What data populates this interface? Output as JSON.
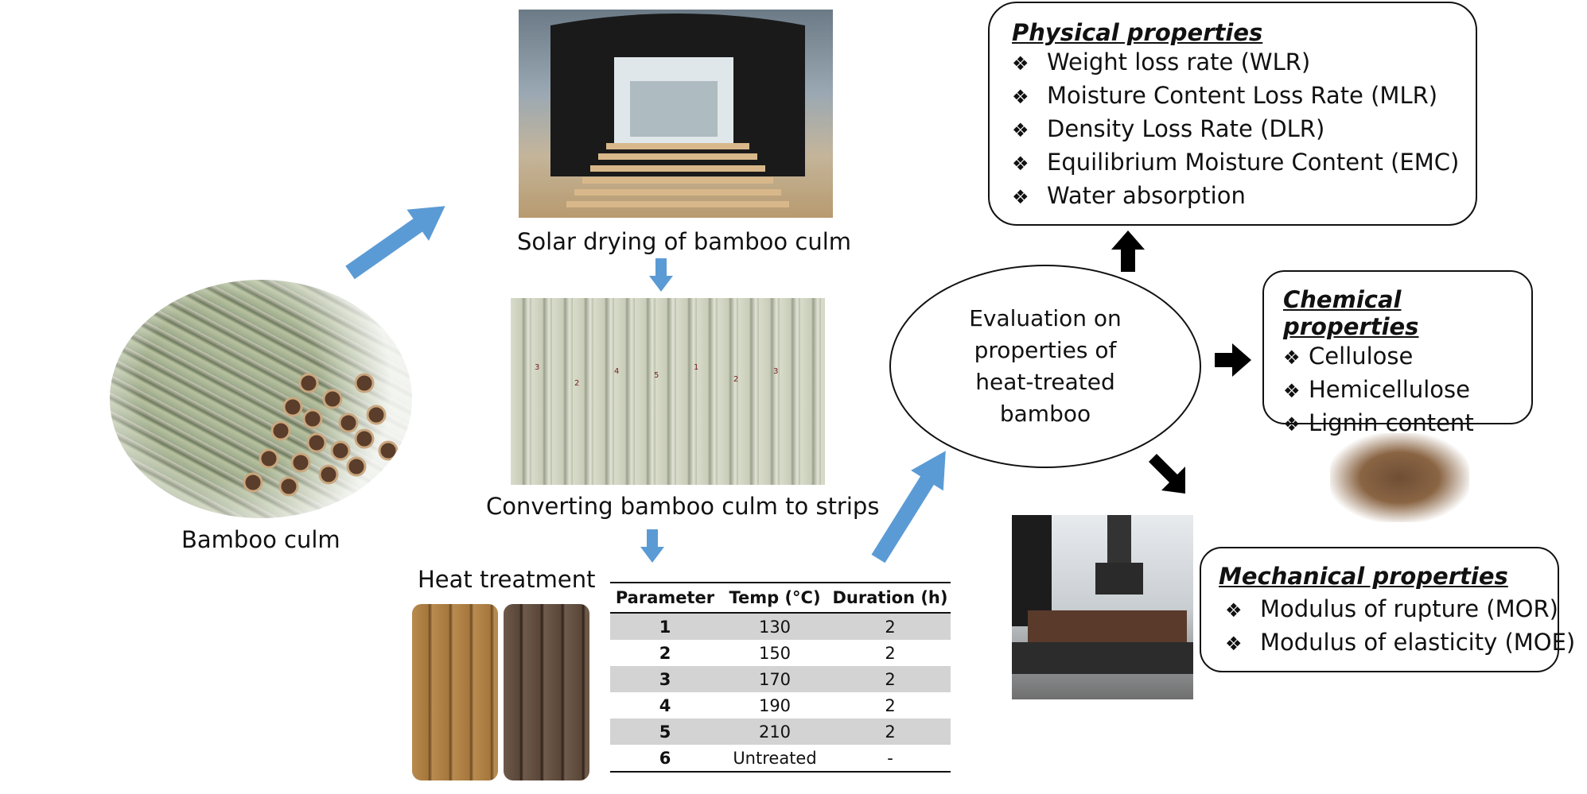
{
  "captions": {
    "bamboo_culm": "Bamboo culm",
    "solar_drying": "Solar drying of bamboo culm",
    "strips": "Converting bamboo culm to strips",
    "heat_treatment": "Heat treatment",
    "evaluation": [
      "Evaluation on",
      "properties of",
      "heat-treated",
      "bamboo"
    ]
  },
  "physical": {
    "title": "Physical properties",
    "items": [
      "Weight loss rate (WLR)",
      "Moisture Content Loss Rate (MLR)",
      "Density Loss Rate (DLR)",
      "Equilibrium Moisture Content (EMC)",
      "Water absorption"
    ]
  },
  "chemical": {
    "title": "Chemical properties",
    "items": [
      "Cellulose",
      "Hemicellulose",
      "Lignin content"
    ]
  },
  "mechanical": {
    "title": "Mechanical properties",
    "items": [
      "Modulus of rupture (MOR)",
      "Modulus of elasticity (MOE)"
    ]
  },
  "bullet_glyph": "❖",
  "table": {
    "headers": [
      "Parameter",
      "Temp (°C)",
      "Duration (h)"
    ],
    "rows": [
      [
        "1",
        "130",
        "2"
      ],
      [
        "2",
        "150",
        "2"
      ],
      [
        "3",
        "170",
        "2"
      ],
      [
        "4",
        "190",
        "2"
      ],
      [
        "5",
        "210",
        "2"
      ],
      [
        "6",
        "Untreated",
        "-"
      ]
    ]
  },
  "colors": {
    "flow_arrow": "#5b9bd5",
    "property_arrow": "#000000"
  }
}
